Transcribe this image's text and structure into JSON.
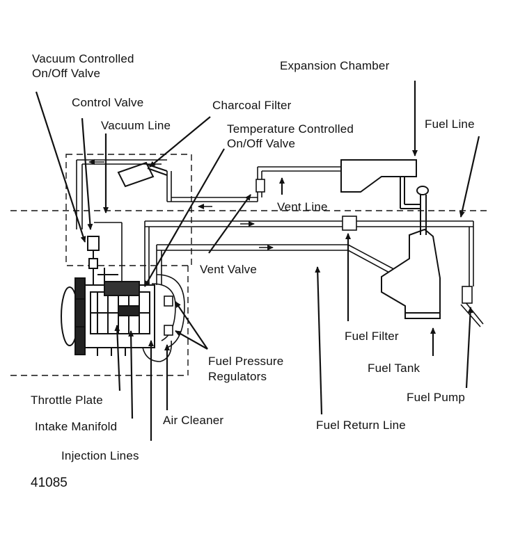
{
  "labels": {
    "vacuum_controlled_valve_l1": "Vacuum Controlled",
    "vacuum_controlled_valve_l2": "On/Off Valve",
    "control_valve": "Control Valve",
    "vacuum_line": "Vacuum Line",
    "charcoal_filter": "Charcoal Filter",
    "temp_valve_l1": "Temperature Controlled",
    "temp_valve_l2": "On/Off Valve",
    "expansion_chamber": "Expansion Chamber",
    "fuel_line": "Fuel Line",
    "vent_line": "Vent Line",
    "vent_valve": "Vent Valve",
    "fuel_filter": "Fuel Filter",
    "fuel_tank": "Fuel Tank",
    "fuel_pump": "Fuel Pump",
    "fuel_pressure_l1": "Fuel Pressure",
    "fuel_pressure_l2": "Regulators",
    "throttle_plate": "Throttle Plate",
    "intake_manifold": "Intake Manifold",
    "air_cleaner": "Air Cleaner",
    "fuel_return_line": "Fuel Return Line",
    "injection_lines": "Injection Lines"
  },
  "figure_number": "41085"
}
